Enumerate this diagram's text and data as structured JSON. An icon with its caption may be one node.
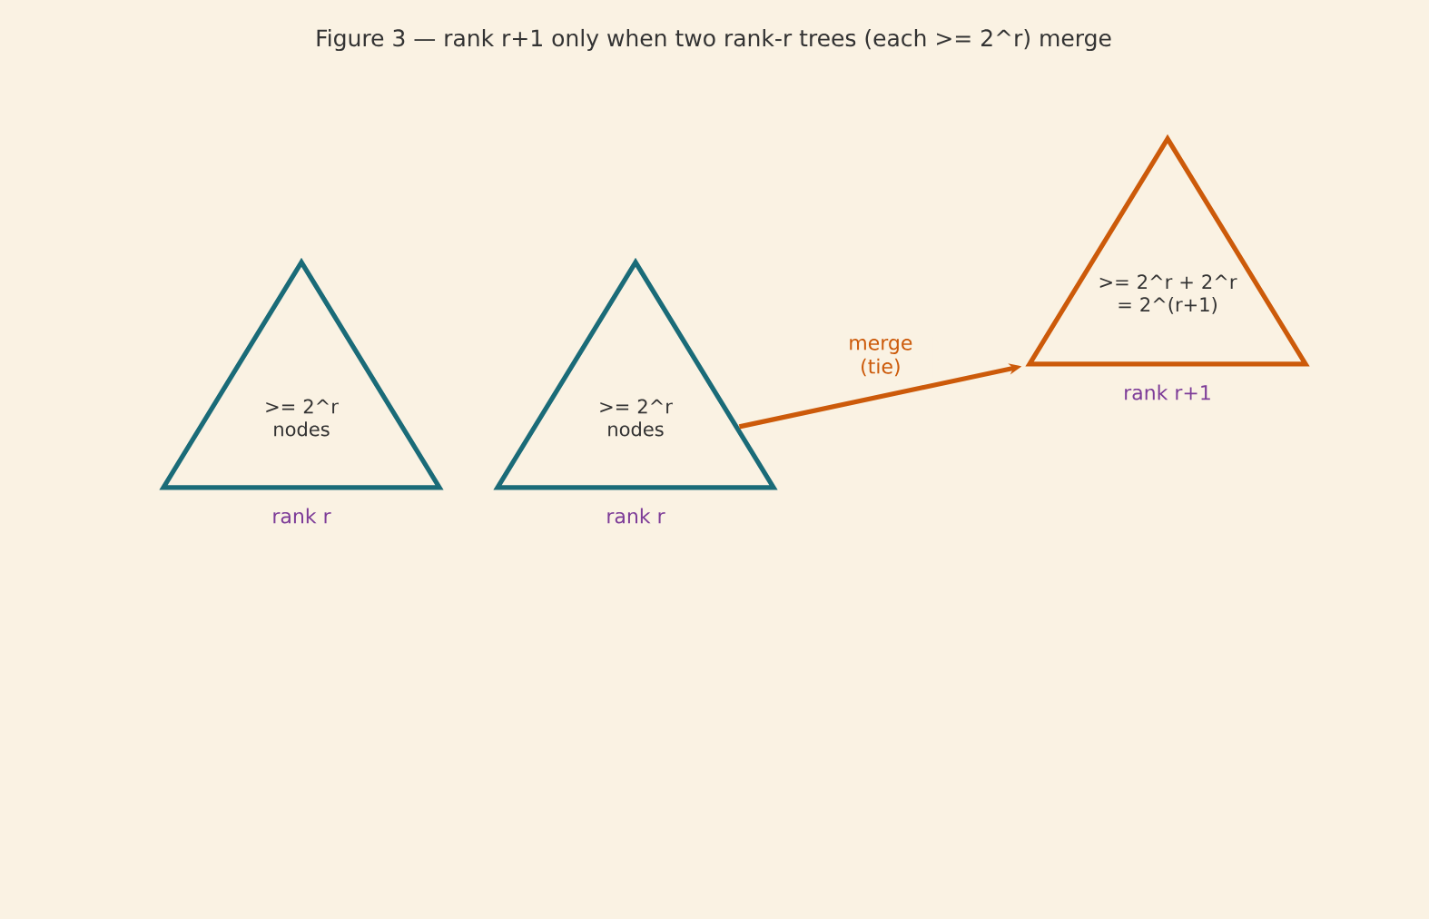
{
  "diagram": {
    "title": "Figure 3 — rank r+1 only when two rank-r trees (each >= 2^r) merge",
    "nodes": [
      {
        "text": [
          ">= 2^r nodes"
        ],
        "beside": [
          "rank r"
        ]
      },
      {
        "text": [
          ">= 2^r nodes"
        ],
        "beside": [
          "rank r"
        ]
      },
      {
        "text": [
          ">= 2^r + 2^r = 2^(r+1)"
        ],
        "beside": [
          "rank r+1"
        ]
      }
    ],
    "edges": [
      {
        "from": 1,
        "to": 2,
        "arrow": "to",
        "label": "merge (tie)",
        "color": "#cc5a0a"
      }
    ]
  }
}
